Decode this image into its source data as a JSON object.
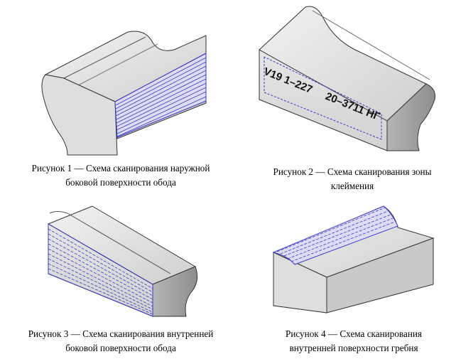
{
  "figures": [
    {
      "caption_line1": "Рисунок 1 — Схема сканирования наружной",
      "caption_line2": "боковой поверхности обода"
    },
    {
      "caption_line1": "Рисунок 2 — Схема сканирования зоны",
      "caption_line2": "клеймения",
      "stamp_left": "V19 1–227",
      "stamp_right": "20–3711 НГ"
    },
    {
      "caption_line1": "Рисунок 3 — Схема сканирования внутренней",
      "caption_line2": "боковой поверхности обода"
    },
    {
      "caption_line1": "Рисунок 4 — Схема сканирования",
      "caption_line2": "внутренней поверхности гребня"
    }
  ],
  "colors": {
    "scan_lines": "#3a3ac8",
    "body_light": "#e8e8e8",
    "body_mid": "#cfcfcf",
    "body_dark": "#a9a9a9",
    "outline": "#333333"
  }
}
